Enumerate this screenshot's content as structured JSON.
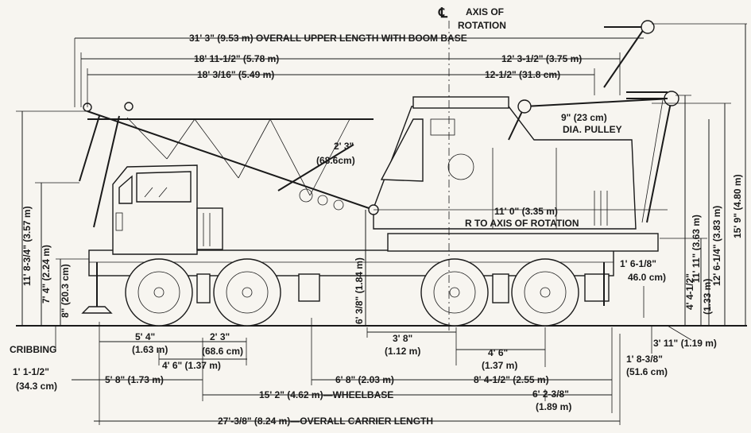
{
  "labels": {
    "axis_of": "AXIS OF",
    "rotation": "ROTATION",
    "centerline": "℄",
    "overall_upper": "31' 3\" (9.53 m) OVERALL UPPER LENGTH WITH BOOM BASE",
    "d18_11": "18' 11-1/2\" (5.78 m)",
    "d12_3": "12' 3-1/2\" (3.75 m)",
    "d18_3": "18' 3/16\" (5.49 m)",
    "d12_half": "12-1/2\" (31.8 cm)",
    "pulley_1": "9\" (23 cm)",
    "pulley_2": "DIA. PULLEY",
    "d2_3_upper_1": "2' 3\"",
    "d2_3_upper_2": "(68.6cm)",
    "r11_0": "11' 0\" (3.35 m)",
    "r_axis": "R TO AXIS OF ROTATION",
    "left_11_8": "11' 8-3/4\" (3.57 m)",
    "left_7_4": "7' 4\" (2.24 m)",
    "left_8": "8\" (20.3 cm)",
    "mid_6_3": "6' 3/8\" (1.84 m)",
    "right_11_11": "11' 11\" (3.63 m)",
    "right_12_6": "12' 6-1/4\" (3.83 m)",
    "right_15_9": "15' 9\" (4.80 m)",
    "right_4_4": "4' 4-1/2\"",
    "right_1_33": "(1.33 m)",
    "d1_6_1": "1' 6-1/8\"",
    "d1_6_2": "46.0 cm)",
    "d3_11": "3' 11\" (1.19 m)",
    "d1_8_1": "1' 8-3/8\"",
    "d1_8_2": "(51.6 cm)",
    "cribbing": "CRIBBING",
    "d1_1_1": "1' 1-1/2\"",
    "d1_1_2": "(34.3 cm)",
    "d5_4_1": "5' 4\"",
    "d5_4_2": "(1.63 m)",
    "d2_3_low_1": "2' 3\"",
    "d2_3_low_2": "(68.6 cm)",
    "d4_6_low": "4' 6\" (1.37 m)",
    "d5_8": "5' 8\" (1.73 m)",
    "d3_8_1": "3' 8\"",
    "d3_8_2": "(1.12 m)",
    "d4_6_r1": "4' 6\"",
    "d4_6_r2": "(1.37 m)",
    "d6_8": "6' 8\" (2.03 m)",
    "d8_4": "8' 4-1/2\" (2.55 m)",
    "d6_2_1": "6' 2-3/8\"",
    "d6_2_2": "(1.89 m)",
    "wheelbase": "15' 2\" (4.62 m)—WHEELBASE",
    "overall_carrier": "27'-3/8\" (8.24 m)—OVERALL CARRIER LENGTH"
  }
}
